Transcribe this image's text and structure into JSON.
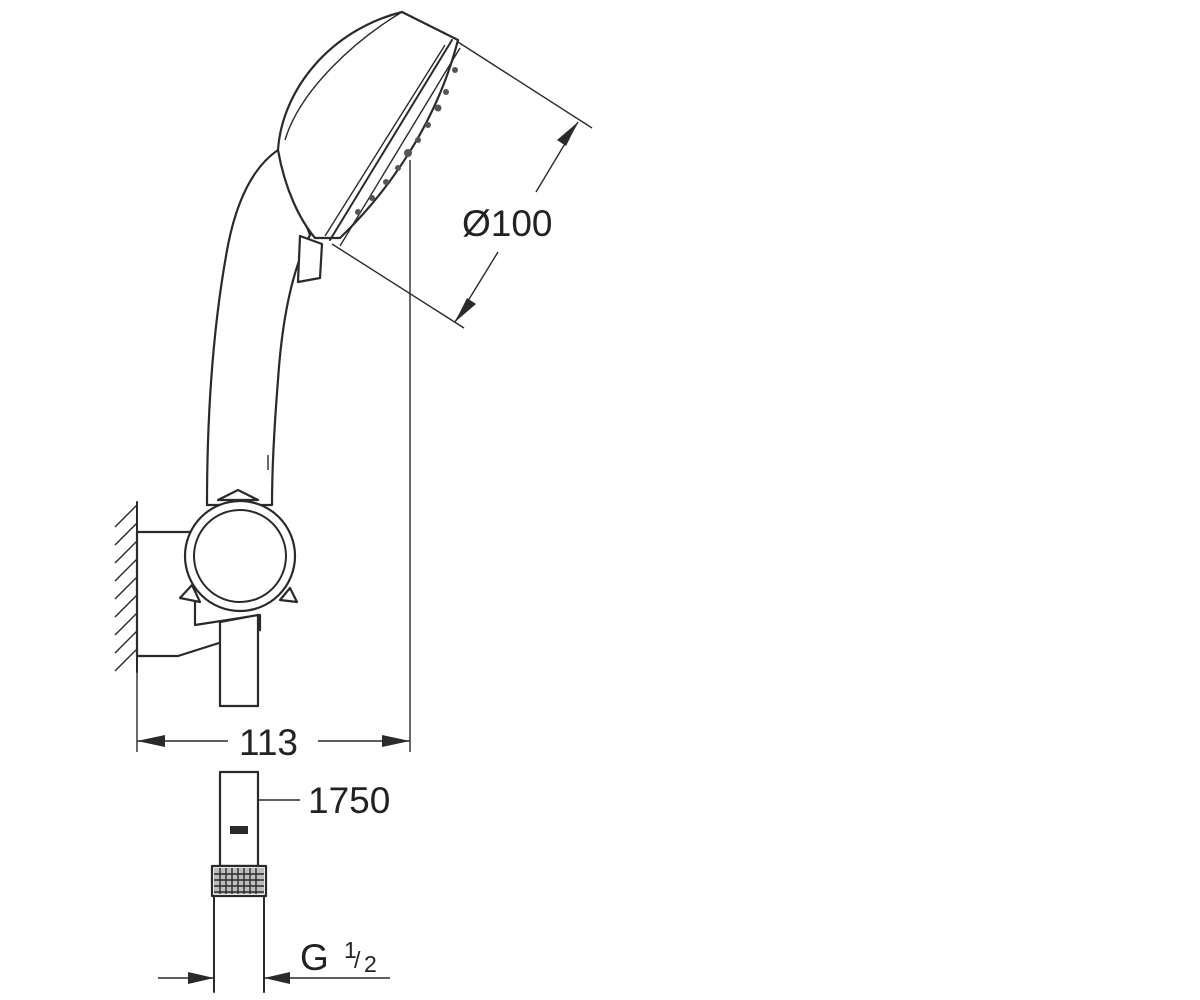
{
  "dimensions": {
    "diameter": "Ø100",
    "width": "113",
    "hose_length": "1750",
    "thread_main": "G",
    "thread_num": "1",
    "thread_den": "2"
  },
  "colors": {
    "line": "#2a2a2a",
    "background": "#ffffff"
  }
}
